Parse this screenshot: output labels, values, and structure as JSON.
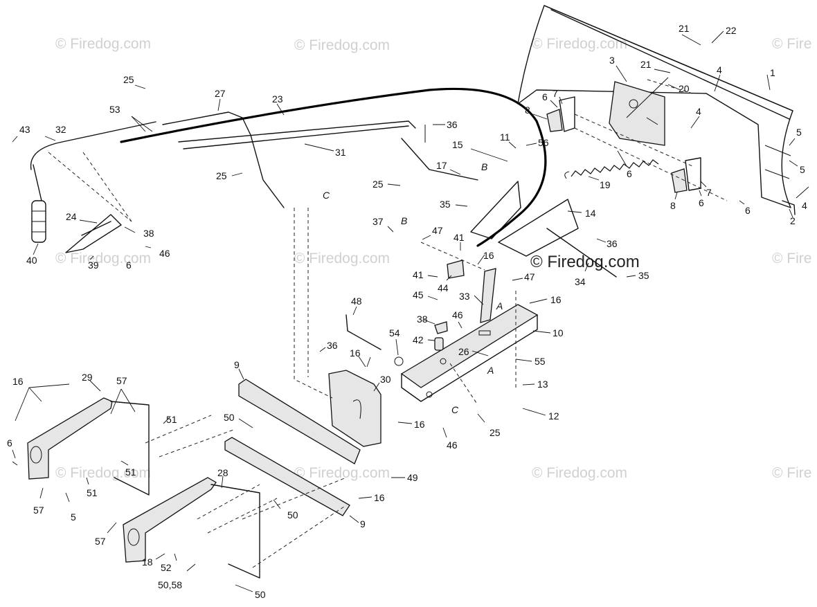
{
  "watermark": {
    "text": "© Firedog.com",
    "overlay_text": "© Firedog.com",
    "edge_text": "© Fire"
  },
  "callouts": [
    "1",
    "2",
    "3",
    "4",
    "4",
    "4",
    "5",
    "5",
    "6",
    "6",
    "6",
    "6",
    "6",
    "6",
    "7",
    "7",
    "8",
    "8",
    "9",
    "9",
    "10",
    "11",
    "12",
    "13",
    "14",
    "15",
    "16",
    "16",
    "16",
    "16",
    "16",
    "16",
    "16",
    "17",
    "18",
    "19",
    "20",
    "21",
    "21",
    "22",
    "23",
    "24",
    "25",
    "25",
    "25",
    "25",
    "26",
    "27",
    "28",
    "29",
    "30",
    "31",
    "32",
    "33",
    "34",
    "35",
    "35",
    "36",
    "36",
    "36",
    "37",
    "38",
    "38",
    "39",
    "40",
    "41",
    "41",
    "42",
    "43",
    "44",
    "45",
    "46",
    "46",
    "46",
    "47",
    "47",
    "48",
    "49",
    "50",
    "50",
    "50",
    "50",
    "51",
    "51",
    "51",
    "52",
    "53",
    "54",
    "55",
    "56",
    "57",
    "57",
    "57",
    "50,58",
    "5",
    "6",
    "16"
  ],
  "reference_letters": [
    "A",
    "A",
    "A",
    "B",
    "B",
    "C",
    "C"
  ],
  "colors": {
    "line": "#111111",
    "cable": "#000000",
    "watermark": "#d0d0d0"
  }
}
